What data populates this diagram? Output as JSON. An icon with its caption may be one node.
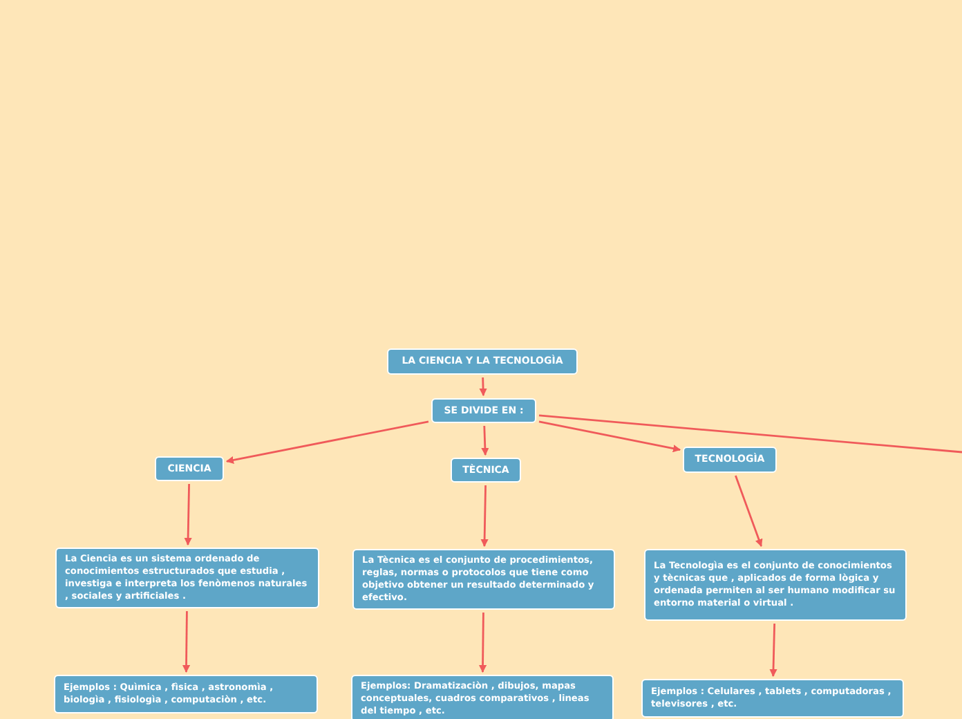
{
  "diagram": {
    "nodes": [
      {
        "text": [
          "LA CIENCIA Y  LA TECNOLOGÌA"
        ]
      },
      {
        "text": [
          "SE DIVIDE EN :"
        ]
      },
      {
        "text": [
          "CIENCIA"
        ]
      },
      {
        "text": [
          "TÈCNICA"
        ]
      },
      {
        "text": [
          "TECNOLOGÌA"
        ]
      },
      {
        "text": [
          "La Ciencia es un sistema ordenado de conocimientos estructurados que estudia , investiga e interpreta los fenòmenos naturales , sociales y artificiales ."
        ]
      },
      {
        "text": [
          "La Tècnica es el conjunto de procedimientos, reglas, normas o protocolos que tiene como objetivo obtener un resultado determinado y efectivo."
        ]
      },
      {
        "text": [
          "La Tecnologìa es el conjunto de conocimientos y tècnicas que , aplicados de forma lògica y ordenada permiten al ser humano modificar su entorno material o virtual ."
        ]
      },
      {
        "text": [
          "Ejemplos : Quìmica , fìsica , astronomìa , biologìa , fisiologìa , computaciòn , etc."
        ]
      },
      {
        "text": [
          "Ejemplos: Dramatizaciòn , dibujos, mapas conceptuales, cuadros comparativos , lineas del tiempo , etc."
        ]
      },
      {
        "text": [
          "Ejemplos : Celulares , tablets , computadoras , televisores , etc."
        ]
      }
    ],
    "edges": [
      {
        "from": 0,
        "to": 1,
        "arrow": "to"
      },
      {
        "from": 1,
        "to": 2,
        "arrow": "to"
      },
      {
        "from": 1,
        "to": 3,
        "arrow": "to"
      },
      {
        "from": 1,
        "to": 4,
        "arrow": "to"
      },
      {
        "from": 1,
        "to": null,
        "arrow": "none"
      },
      {
        "from": 2,
        "to": 5,
        "arrow": "to"
      },
      {
        "from": 3,
        "to": 6,
        "arrow": "to"
      },
      {
        "from": 4,
        "to": 7,
        "arrow": "to"
      },
      {
        "from": 5,
        "to": 8,
        "arrow": "to"
      },
      {
        "from": 6,
        "to": 9,
        "arrow": "to"
      },
      {
        "from": 7,
        "to": 10,
        "arrow": "to"
      }
    ]
  }
}
